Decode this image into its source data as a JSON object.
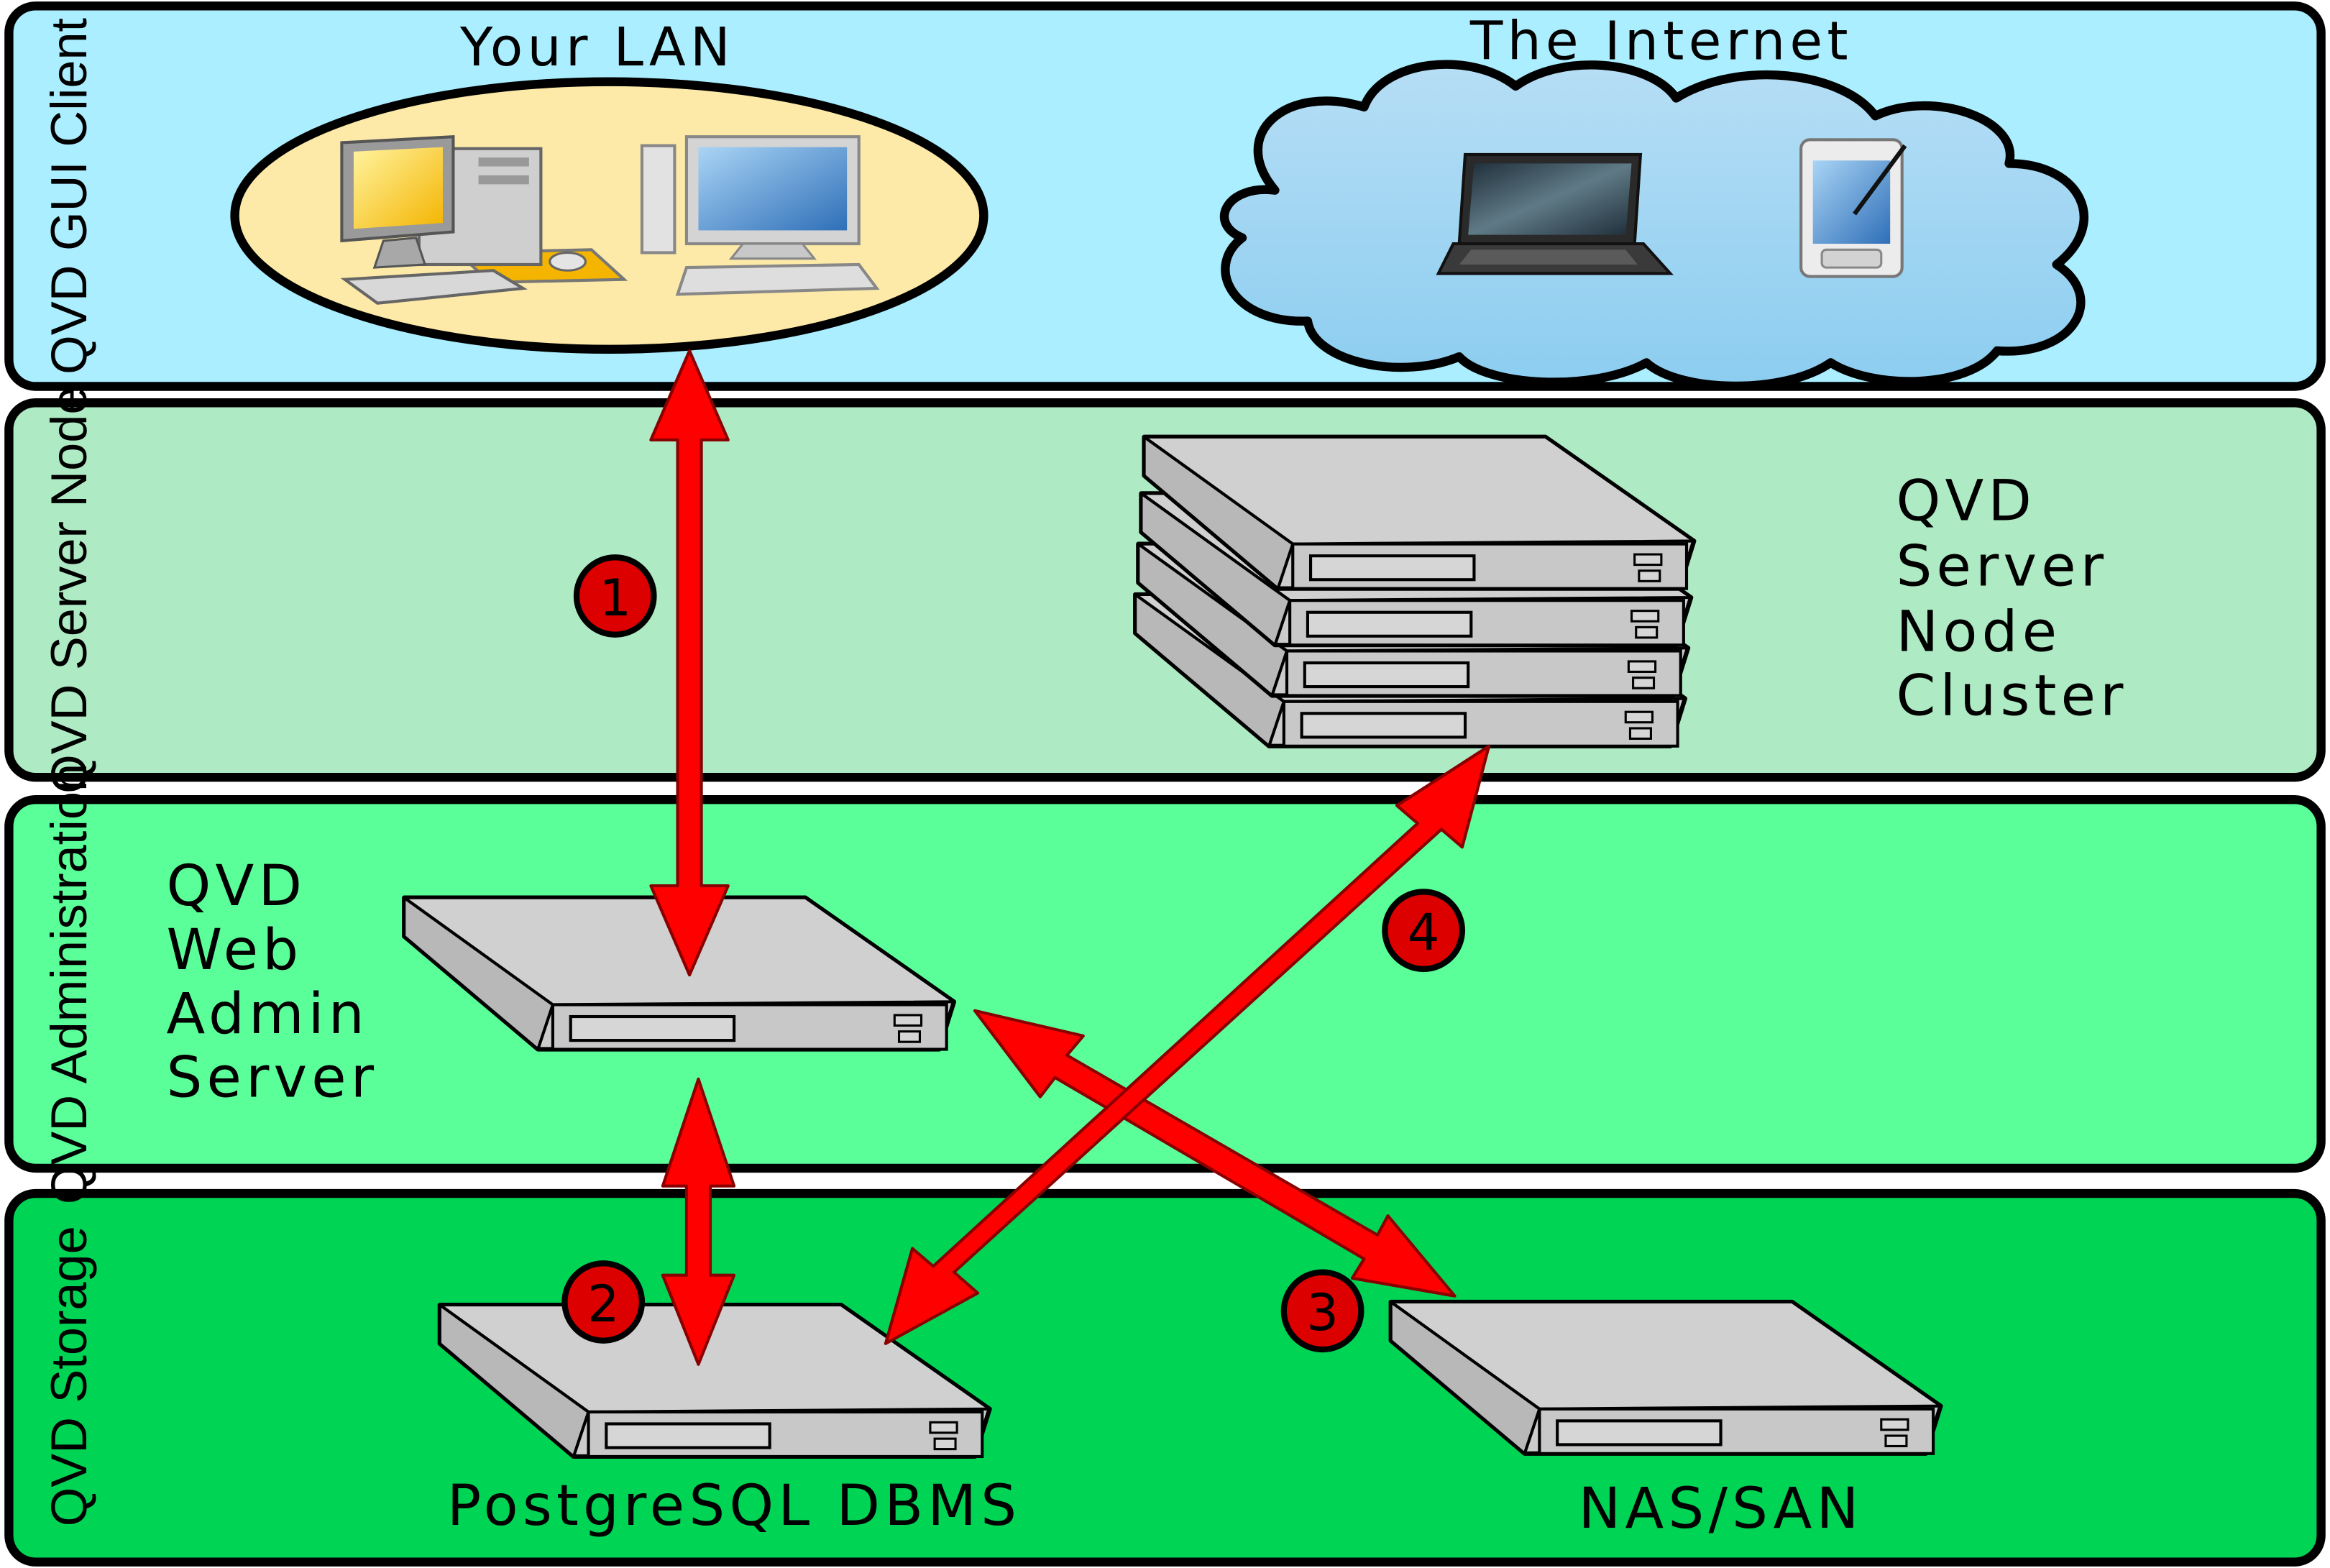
{
  "bands": {
    "client": {
      "label": "QVD GUI Client",
      "color": "#aaeeff"
    },
    "node": {
      "label": "QVD Server Node",
      "color": "#aeeac3"
    },
    "admin": {
      "label": "QVD Administration",
      "color": "#5aff99"
    },
    "storage": {
      "label": "QVD Storage",
      "color": "#00d455"
    }
  },
  "titles": {
    "lan": "Your LAN",
    "internet": "The Internet"
  },
  "labels": {
    "cluster": [
      "QVD",
      "Server",
      "Node",
      "Cluster"
    ],
    "webadmin": [
      "QVD",
      "Web",
      "Admin",
      "Server"
    ],
    "postgres": "PostgreSQL DBMS",
    "nas": "NAS/SAN"
  },
  "markers": [
    "1",
    "2",
    "3",
    "4"
  ],
  "colors": {
    "arrow": "#ff0000",
    "marker": "#dd0000",
    "lan_bubble": "#fdeaa8",
    "server": "#cccccc"
  },
  "icons": [
    "desktop-pc-icon",
    "desktop-pc-icon",
    "laptop-icon",
    "pda-icon",
    "server-icon"
  ]
}
